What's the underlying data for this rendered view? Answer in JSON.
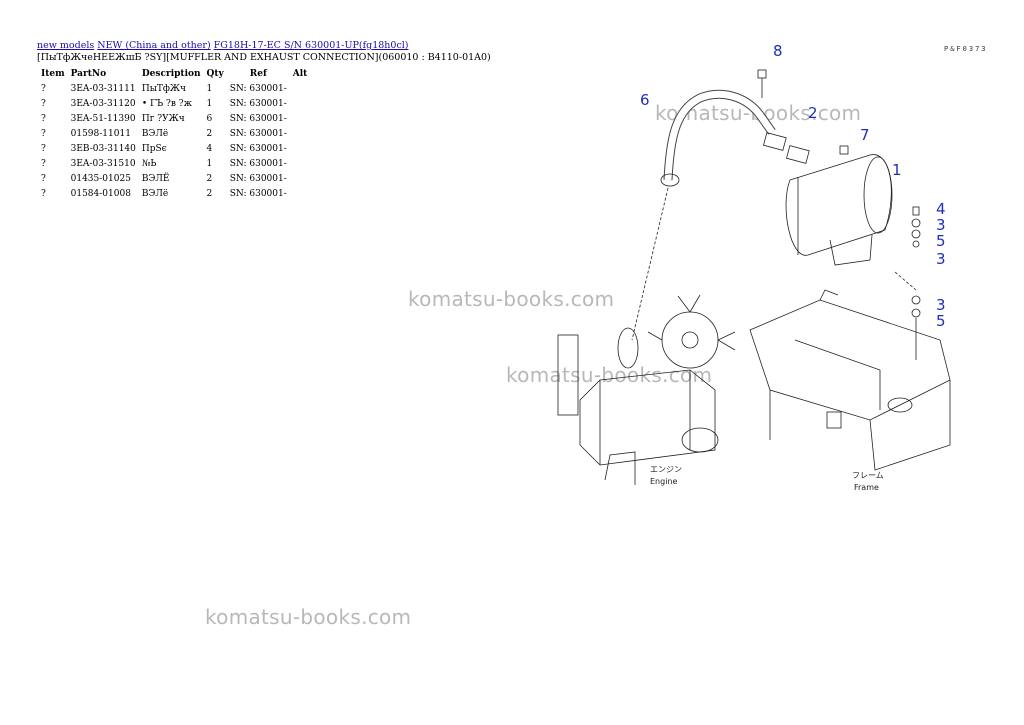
{
  "breadcrumb": {
    "link1": "new models",
    "link2": "NEW (China and other)",
    "link3": "FG18H-17-EC S/N 630001-UP(fg18h0cl)"
  },
  "subtitle": "[ПыТфЖчеНЕЕЖшБ ?SY][MUFFLER AND EXHAUST CONNECTION](060010 : B4110-01A0)",
  "table": {
    "headers": [
      "Item",
      "PartNo",
      "Description",
      "Qty",
      "Ref",
      "Alt"
    ],
    "rows": [
      {
        "item": "?",
        "part": "3EA-03-31111",
        "desc": "ПыТфЖч",
        "qty": "1",
        "ref": "SN: 630001-",
        "alt": ""
      },
      {
        "item": "?",
        "part": "3EA-03-31120",
        "desc": "• ГЪ ?в ?ж",
        "qty": "1",
        "ref": "SN: 630001-",
        "alt": ""
      },
      {
        "item": "?",
        "part": "3EA-51-11390",
        "desc": "Пг ?УЖч",
        "qty": "6",
        "ref": "SN: 630001-",
        "alt": ""
      },
      {
        "item": "?",
        "part": "01598-11011",
        "desc": "ВЭЛё",
        "qty": "2",
        "ref": "SN: 630001-",
        "alt": ""
      },
      {
        "item": "?",
        "part": "3EB-03-31140",
        "desc": "ПрSє",
        "qty": "4",
        "ref": "SN: 630001-",
        "alt": ""
      },
      {
        "item": "?",
        "part": "3EA-03-31510",
        "desc": "№Ь",
        "qty": "1",
        "ref": "SN: 630001-",
        "alt": ""
      },
      {
        "item": "?",
        "part": "01435-01025",
        "desc": "ВЭЛЁ",
        "qty": "2",
        "ref": "SN: 630001-",
        "alt": ""
      },
      {
        "item": "?",
        "part": "01584-01008",
        "desc": "ВЭЛё",
        "qty": "2",
        "ref": "SN: 630001-",
        "alt": ""
      }
    ]
  },
  "watermark": "komatsu-books.com",
  "diagram": {
    "code": "P&F0373",
    "callouts": [
      "8",
      "6",
      "2",
      "7",
      "1",
      "4",
      "3",
      "5",
      "3",
      "3",
      "5"
    ],
    "engine_jp": "エンジン",
    "engine_en": "Engine",
    "frame_jp": "フレーム",
    "frame_en": "Frame"
  },
  "colors": {
    "link": "#1a0dab",
    "callout": "#1f2fb8",
    "watermark": "#b8b8b8"
  }
}
